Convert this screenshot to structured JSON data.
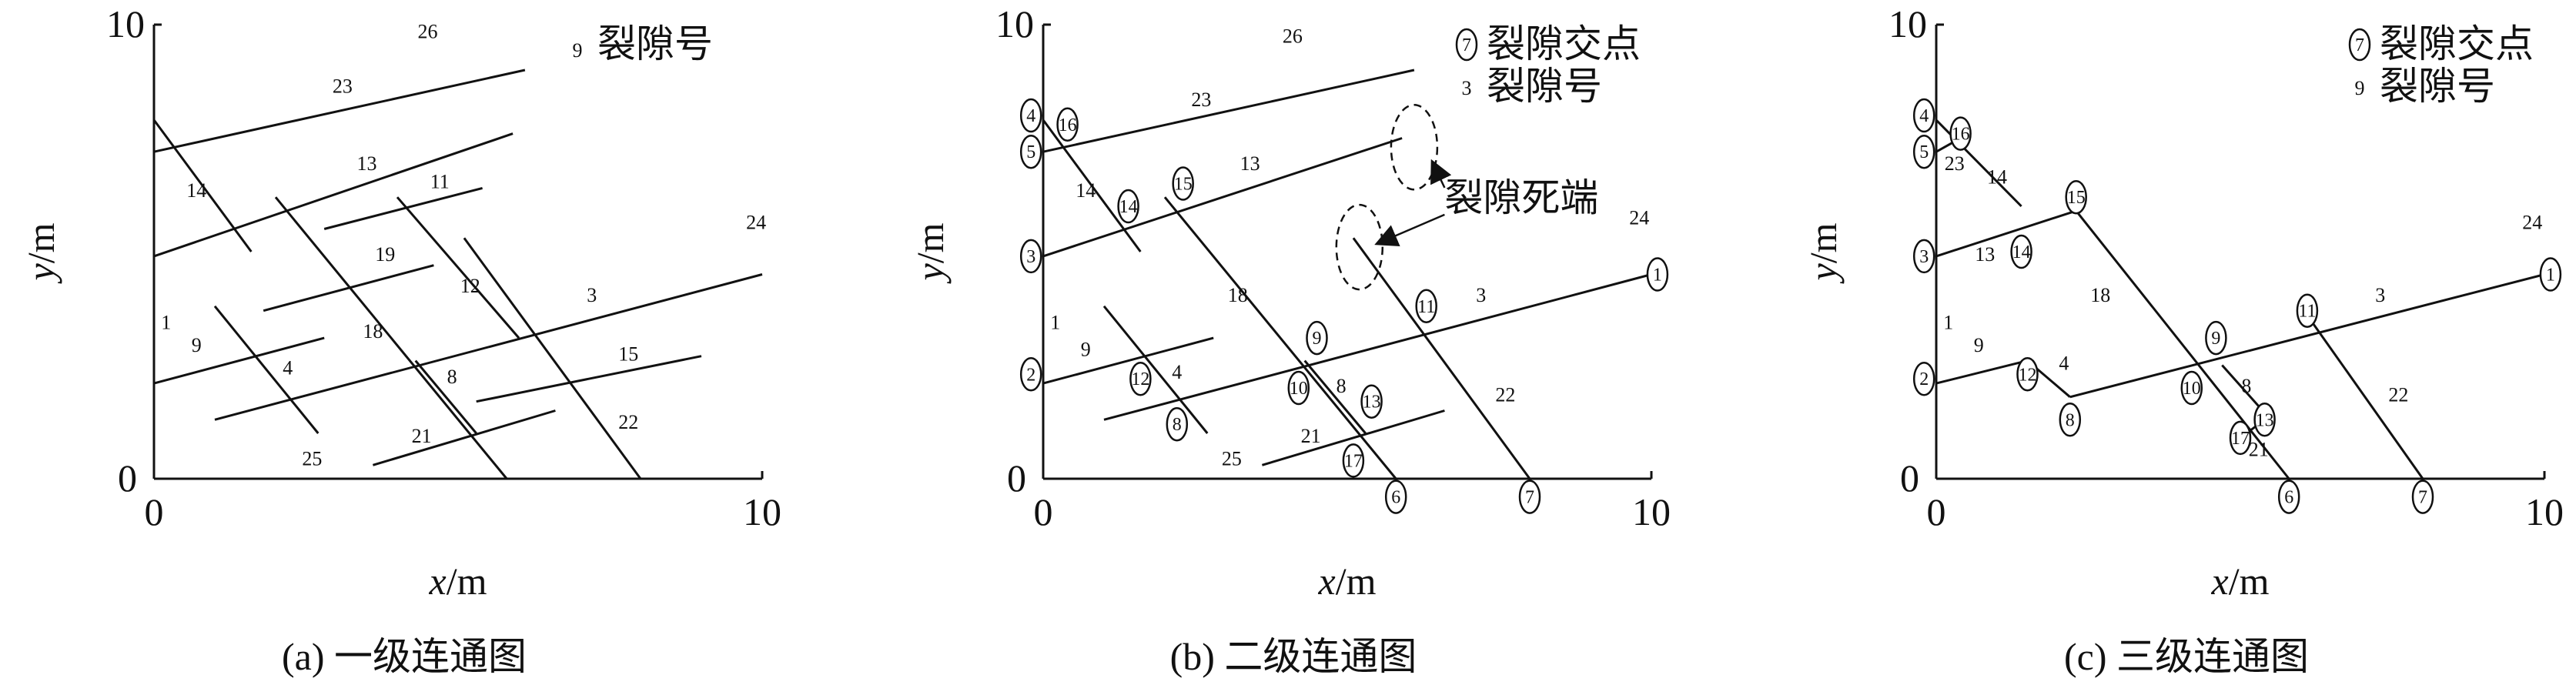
{
  "panels": [
    {
      "id": "a",
      "caption": "(a) 一级连通图",
      "xlabel_var": "x",
      "xlabel_unit": "/m",
      "ylabel_var": "y",
      "ylabel_unit": "/m",
      "xticks": [
        "0",
        "10"
      ],
      "yticks": [
        "0",
        "10"
      ],
      "legend": [
        {
          "symbol": "9",
          "text": "裂隙号"
        }
      ],
      "annotation": null,
      "fractures": [
        {
          "id": "23",
          "p1": [
            0.0,
            7.2
          ],
          "p2": [
            6.1,
            9.0
          ],
          "label_pos": [
            3.1,
            8.5
          ]
        },
        {
          "id": "26",
          "p1": null,
          "p2": null,
          "label_pos": [
            4.5,
            9.7
          ]
        },
        {
          "id": "14",
          "p1": [
            0.0,
            7.9
          ],
          "p2": [
            1.6,
            5.0
          ],
          "label_pos": [
            0.7,
            6.2
          ]
        },
        {
          "id": "13",
          "p1": [
            0.0,
            4.9
          ],
          "p2": [
            5.9,
            7.6
          ],
          "label_pos": [
            3.5,
            6.8
          ]
        },
        {
          "id": "11",
          "p1": [
            2.8,
            5.5
          ],
          "p2": [
            5.4,
            6.4
          ],
          "label_pos": [
            4.7,
            6.4
          ]
        },
        {
          "id": "18",
          "p1": [
            2.0,
            6.2
          ],
          "p2": [
            5.8,
            0.0
          ],
          "label_pos": [
            3.6,
            3.1
          ]
        },
        {
          "id": "19",
          "p1": [
            1.8,
            3.7
          ],
          "p2": [
            4.6,
            4.7
          ],
          "label_pos": [
            3.8,
            4.8
          ]
        },
        {
          "id": "12",
          "p1": [
            4.0,
            6.2
          ],
          "p2": [
            6.0,
            3.1
          ],
          "label_pos": [
            5.2,
            4.1
          ]
        },
        {
          "id": "24",
          "p1": null,
          "p2": null,
          "label_pos": [
            9.9,
            5.5
          ]
        },
        {
          "id": "3",
          "p1": [
            1.0,
            1.3
          ],
          "p2": [
            10.0,
            4.5
          ],
          "label_pos": [
            7.2,
            3.9
          ]
        },
        {
          "id": "1",
          "p1": null,
          "p2": null,
          "label_pos": [
            0.2,
            3.3
          ]
        },
        {
          "id": "9",
          "p1": [
            0.0,
            2.1
          ],
          "p2": [
            2.8,
            3.1
          ],
          "label_pos": [
            0.7,
            2.8
          ]
        },
        {
          "id": "4",
          "p1": [
            1.0,
            3.8
          ],
          "p2": [
            2.7,
            1.0
          ],
          "label_pos": [
            2.2,
            2.3
          ]
        },
        {
          "id": "22",
          "p1": [
            5.1,
            5.3
          ],
          "p2": [
            8.0,
            0.0
          ],
          "label_pos": [
            7.8,
            1.1
          ]
        },
        {
          "id": "8",
          "p1": [
            4.3,
            2.6
          ],
          "p2": [
            5.3,
            1.0
          ],
          "label_pos": [
            4.9,
            2.1
          ]
        },
        {
          "id": "15",
          "p1": [
            5.3,
            1.7
          ],
          "p2": [
            9.0,
            2.7
          ],
          "label_pos": [
            7.8,
            2.6
          ]
        },
        {
          "id": "21",
          "p1": [
            3.6,
            0.3
          ],
          "p2": [
            6.6,
            1.5
          ],
          "label_pos": [
            4.4,
            0.8
          ]
        },
        {
          "id": "25",
          "p1": null,
          "p2": null,
          "label_pos": [
            2.6,
            0.3
          ]
        }
      ],
      "nodes": []
    },
    {
      "id": "b",
      "caption": "(b) 二级连通图",
      "xlabel_var": "x",
      "xlabel_unit": "/m",
      "ylabel_var": "y",
      "ylabel_unit": "/m",
      "xticks": [
        "0",
        "10"
      ],
      "yticks": [
        "0",
        "10"
      ],
      "legend": [
        {
          "symbol": "7",
          "circled": true,
          "text": "裂隙交点"
        },
        {
          "symbol": "3",
          "circled": false,
          "text": "裂隙号"
        }
      ],
      "annotation": {
        "text": "裂隙死端"
      },
      "fractures": [
        {
          "id": "23",
          "p1": [
            0.0,
            7.2
          ],
          "p2": [
            6.1,
            9.0
          ],
          "label_pos": [
            2.6,
            8.2
          ]
        },
        {
          "id": "26",
          "p1": null,
          "p2": null,
          "label_pos": [
            4.1,
            9.6
          ]
        },
        {
          "id": "13",
          "p1": [
            0.0,
            4.9
          ],
          "p2": [
            5.9,
            7.5
          ],
          "label_pos": [
            3.4,
            6.8
          ]
        },
        {
          "id": "14",
          "p1": [
            0.0,
            7.9
          ],
          "p2": [
            1.6,
            5.0
          ],
          "label_pos": [
            0.7,
            6.2
          ]
        },
        {
          "id": "18",
          "p1": [
            2.0,
            6.2
          ],
          "p2": [
            5.8,
            0.0
          ],
          "label_pos": [
            3.2,
            3.9
          ]
        },
        {
          "id": "3",
          "p1": [
            1.0,
            1.3
          ],
          "p2": [
            10.0,
            4.5
          ],
          "label_pos": [
            7.2,
            3.9
          ]
        },
        {
          "id": "9",
          "p1": [
            0.0,
            2.1
          ],
          "p2": [
            2.8,
            3.1
          ],
          "label_pos": [
            0.7,
            2.7
          ]
        },
        {
          "id": "4",
          "p1": [
            1.0,
            3.8
          ],
          "p2": [
            2.7,
            1.0
          ],
          "label_pos": [
            2.2,
            2.2
          ]
        },
        {
          "id": "22",
          "p1": [
            5.1,
            5.3
          ],
          "p2": [
            8.0,
            0.0
          ],
          "label_pos": [
            7.6,
            1.7
          ]
        },
        {
          "id": "8",
          "p1": [
            4.3,
            2.6
          ],
          "p2": [
            5.3,
            1.0
          ],
          "label_pos": [
            4.9,
            1.9
          ]
        },
        {
          "id": "21",
          "p1": [
            3.6,
            0.3
          ],
          "p2": [
            6.6,
            1.5
          ],
          "label_pos": [
            4.4,
            0.8
          ]
        },
        {
          "id": "25",
          "p1": null,
          "p2": null,
          "label_pos": [
            3.1,
            0.3
          ]
        },
        {
          "id": "24",
          "p1": null,
          "p2": null,
          "label_pos": [
            9.8,
            5.6
          ]
        },
        {
          "id": "1",
          "p1": null,
          "p2": null,
          "label_pos": [
            0.2,
            3.3
          ]
        }
      ],
      "nodes": [
        {
          "id": "4",
          "pos": [
            -0.2,
            8.0
          ]
        },
        {
          "id": "16",
          "pos": [
            0.4,
            7.8
          ]
        },
        {
          "id": "5",
          "pos": [
            -0.2,
            7.2
          ]
        },
        {
          "id": "3",
          "pos": [
            -0.2,
            4.9
          ]
        },
        {
          "id": "14",
          "pos": [
            1.4,
            6.0
          ]
        },
        {
          "id": "15",
          "pos": [
            2.3,
            6.5
          ]
        },
        {
          "id": "9",
          "pos": [
            4.5,
            3.1
          ]
        },
        {
          "id": "11",
          "pos": [
            6.3,
            3.8
          ]
        },
        {
          "id": "1",
          "pos": [
            10.1,
            4.5
          ]
        },
        {
          "id": "2",
          "pos": [
            -0.2,
            2.3
          ]
        },
        {
          "id": "12",
          "pos": [
            1.6,
            2.2
          ]
        },
        {
          "id": "10",
          "pos": [
            4.2,
            2.0
          ]
        },
        {
          "id": "13",
          "pos": [
            5.4,
            1.7
          ]
        },
        {
          "id": "8",
          "pos": [
            2.2,
            1.2
          ]
        },
        {
          "id": "17",
          "pos": [
            5.1,
            0.4
          ]
        },
        {
          "id": "6",
          "pos": [
            5.8,
            -0.4
          ]
        },
        {
          "id": "7",
          "pos": [
            8.0,
            -0.4
          ]
        }
      ]
    },
    {
      "id": "c",
      "caption": "(c) 三级连通图",
      "xlabel_var": "x",
      "xlabel_unit": "/m",
      "ylabel_var": "y",
      "ylabel_unit": "/m",
      "xticks": [
        "0",
        "10"
      ],
      "yticks": [
        "0",
        "10"
      ],
      "legend": [
        {
          "symbol": "7",
          "circled": true,
          "text": "裂隙交点"
        },
        {
          "symbol": "9",
          "circled": false,
          "text": "裂隙号"
        }
      ],
      "annotation": null,
      "fractures": [
        {
          "id": "23",
          "p1": [
            0.0,
            7.2
          ],
          "p2": [
            0.4,
            7.5
          ],
          "label_pos": [
            0.3,
            6.8
          ]
        },
        {
          "id": "14",
          "p1": [
            0.0,
            7.9
          ],
          "p2": [
            1.4,
            6.0
          ],
          "label_pos": [
            1.0,
            6.5
          ]
        },
        {
          "id": "13",
          "p1": [
            0.0,
            4.9
          ],
          "p2": [
            2.3,
            5.9
          ],
          "label_pos": [
            0.8,
            4.8
          ]
        },
        {
          "id": "18",
          "p1": [
            2.3,
            5.9
          ],
          "p2": [
            5.8,
            0.0
          ],
          "label_pos": [
            2.7,
            3.9
          ]
        },
        {
          "id": "3",
          "p1": [
            2.2,
            1.8
          ],
          "p2": [
            10.0,
            4.5
          ],
          "label_pos": [
            7.3,
            3.9
          ]
        },
        {
          "id": "9",
          "p1": [
            0.0,
            2.1
          ],
          "p2": [
            1.5,
            2.6
          ],
          "label_pos": [
            0.7,
            2.8
          ]
        },
        {
          "id": "4",
          "p1": [
            1.5,
            2.6
          ],
          "p2": [
            2.2,
            1.8
          ],
          "label_pos": [
            2.1,
            2.4
          ]
        },
        {
          "id": "22",
          "p1": [
            6.1,
            3.6
          ],
          "p2": [
            8.0,
            0.0
          ],
          "label_pos": [
            7.6,
            1.7
          ]
        },
        {
          "id": "8",
          "p1": [
            4.7,
            2.5
          ],
          "p2": [
            5.3,
            1.6
          ],
          "label_pos": [
            5.1,
            1.9
          ]
        },
        {
          "id": "21",
          "p1": [
            5.0,
            0.9
          ],
          "p2": [
            5.4,
            1.3
          ],
          "label_pos": [
            5.3,
            0.5
          ]
        },
        {
          "id": "24",
          "p1": null,
          "p2": null,
          "label_pos": [
            9.8,
            5.5
          ]
        },
        {
          "id": "1",
          "p1": null,
          "p2": null,
          "label_pos": [
            0.2,
            3.3
          ]
        }
      ],
      "nodes": [
        {
          "id": "4",
          "pos": [
            -0.2,
            8.0
          ]
        },
        {
          "id": "16",
          "pos": [
            0.4,
            7.6
          ]
        },
        {
          "id": "5",
          "pos": [
            -0.2,
            7.2
          ]
        },
        {
          "id": "3",
          "pos": [
            -0.2,
            4.9
          ]
        },
        {
          "id": "14",
          "pos": [
            1.4,
            5.0
          ]
        },
        {
          "id": "15",
          "pos": [
            2.3,
            6.2
          ]
        },
        {
          "id": "9",
          "pos": [
            4.6,
            3.1
          ]
        },
        {
          "id": "11",
          "pos": [
            6.1,
            3.7
          ]
        },
        {
          "id": "1",
          "pos": [
            10.1,
            4.5
          ]
        },
        {
          "id": "2",
          "pos": [
            -0.2,
            2.2
          ]
        },
        {
          "id": "12",
          "pos": [
            1.5,
            2.3
          ]
        },
        {
          "id": "8",
          "pos": [
            2.2,
            1.3
          ]
        },
        {
          "id": "10",
          "pos": [
            4.2,
            2.0
          ]
        },
        {
          "id": "13",
          "pos": [
            5.4,
            1.3
          ]
        },
        {
          "id": "17",
          "pos": [
            5.0,
            0.9
          ]
        },
        {
          "id": "6",
          "pos": [
            5.8,
            -0.4
          ]
        },
        {
          "id": "7",
          "pos": [
            8.0,
            -0.4
          ]
        }
      ]
    }
  ]
}
